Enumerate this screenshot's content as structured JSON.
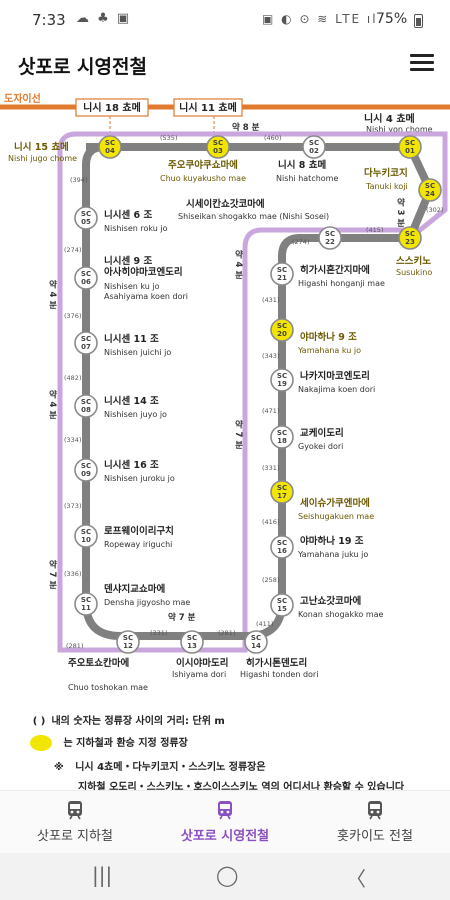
{
  "status_bar": {
    "time": "7:33",
    "left_icons": "☁ ♣ ▣",
    "right_icons": "▣ ◐ ⊙ ≋ LTE ıl",
    "battery": "75%"
  },
  "app_bar": {
    "title": "삿포로 시영전철"
  },
  "map": {
    "line_label": "도자이선",
    "transfer_tags": [
      "니시 18 쵸메",
      "니시 11 쵸메",
      "니시 4 쵸메"
    ],
    "transfer_tags_roman": [
      "Nishi yon chome"
    ],
    "stations": [
      {
        "code": "SC\n01",
        "name": "",
        "roman": "",
        "transfer": true
      },
      {
        "code": "SC\n02",
        "name": "니시 8 쵸메",
        "roman": "Nishi hatchome",
        "transfer": false
      },
      {
        "code": "SC\n03",
        "name": "주오쿠야쿠쇼마에",
        "roman": "Chuo kuyakusho mae",
        "transfer": true
      },
      {
        "code": "SC\n04",
        "name": "니시 15 쵸메",
        "roman": "Nishi jugo chome",
        "transfer": true
      },
      {
        "code": "SC\n05",
        "name": "니시센 6 조",
        "roman": "Nishisen roku jo",
        "transfer": false
      },
      {
        "code": "SC\n06",
        "name": "니시센 9 조\n아사히야마코엔도리",
        "roman": "Nishisen ku jo\nAsahiyama koen dori",
        "transfer": false
      },
      {
        "code": "SC\n07",
        "name": "니시센 11 조",
        "roman": "Nishisen juichi jo",
        "transfer": false
      },
      {
        "code": "SC\n08",
        "name": "니시센 14 조",
        "roman": "Nishisen juyo jo",
        "transfer": false
      },
      {
        "code": "SC\n09",
        "name": "니시센 16 조",
        "roman": "Nishisen juroku jo",
        "transfer": false
      },
      {
        "code": "SC\n10",
        "name": "로프웨이이리구치",
        "roman": "Ropeway iriguchi",
        "transfer": false
      },
      {
        "code": "SC\n11",
        "name": "덴샤지교쇼마에",
        "roman": "Densha jigyosho mae",
        "transfer": false
      },
      {
        "code": "SC\n12",
        "name": "주오토쇼칸마에",
        "roman": "Chuo toshokan mae",
        "transfer": false
      },
      {
        "code": "SC\n13",
        "name": "이시야마도리",
        "roman": "Ishiyama dori",
        "transfer": false
      },
      {
        "code": "SC\n14",
        "name": "히가시톤덴도리",
        "roman": "Higashi tonden dori",
        "transfer": false
      },
      {
        "code": "SC\n15",
        "name": "고난쇼갓코마에",
        "roman": "Konan shogakko mae",
        "transfer": false
      },
      {
        "code": "SC\n16",
        "name": "야마하나 19 조",
        "roman": "Yamahana juku jo",
        "transfer": false
      },
      {
        "code": "SC\n17",
        "name": "세이슈가쿠엔마에",
        "roman": "Seishugakuen mae",
        "transfer": true
      },
      {
        "code": "SC\n18",
        "name": "교케이도리",
        "roman": "Gyokei dori",
        "transfer": false
      },
      {
        "code": "SC\n19",
        "name": "나카지마코엔도리",
        "roman": "Nakajima koen dori",
        "transfer": false
      },
      {
        "code": "SC\n20",
        "name": "야마하나 9 조",
        "roman": "Yamahana ku jo",
        "transfer": true
      },
      {
        "code": "SC\n21",
        "name": "히가시혼간지마에",
        "roman": "Higashi honganji mae",
        "transfer": false
      },
      {
        "code": "SC\n22",
        "name": "시세이칸쇼갓코마에",
        "roman": "Shiseikan shogakko mae (Nishi Sosei)",
        "transfer": false
      },
      {
        "code": "SC\n23",
        "name": "스스키노",
        "roman": "Susukino",
        "transfer": true
      },
      {
        "code": "SC\n24",
        "name": "다누키코지",
        "roman": "Tanuki koji",
        "transfer": true
      }
    ],
    "distances": [
      "(535)",
      "(460)",
      "(394)",
      "(274)",
      "(376)",
      "(482)",
      "(334)",
      "(373)",
      "(336)",
      "(281)",
      "(331)",
      "(281)",
      "(411)",
      "(258)",
      "(416)",
      "(331)",
      "(471)",
      "(343)",
      "(431)",
      "(274)",
      "(415)",
      "(302)"
    ],
    "travel_times": [
      "약 8 분",
      "약 7 분",
      "약 4 분",
      "약 4 분",
      "약 7 분",
      "약 4 분",
      "약 7 분",
      "약 3 분"
    ]
  },
  "legend": {
    "distance_note": "내의 숫자는 정류장 사이의 거리: 단위 m",
    "transfer_note": "는 지하철과 환승 지정 정류장",
    "remark_mark": "※",
    "remark_line1": "니시 4쵸메・다누키코지・스스키노 정류장은",
    "remark_line2": "지하철 오도리・스스키노・호스이스스키노 역의 어디서나 환승할 수 있습니다"
  },
  "bottom_nav": [
    {
      "label": "삿포로 지하철",
      "icon": "subway-icon",
      "active": false
    },
    {
      "label": "삿포로 시영전철",
      "icon": "tram-icon",
      "active": true
    },
    {
      "label": "홋카이도 전철",
      "icon": "train-icon",
      "active": false
    }
  ],
  "colors": {
    "route_gray": "#808080",
    "loop_purple": "#c9a7dc",
    "tozai_orange": "#e07a2e",
    "transfer_yellow": "#f2e600",
    "active_nav": "#8a4fc0"
  }
}
